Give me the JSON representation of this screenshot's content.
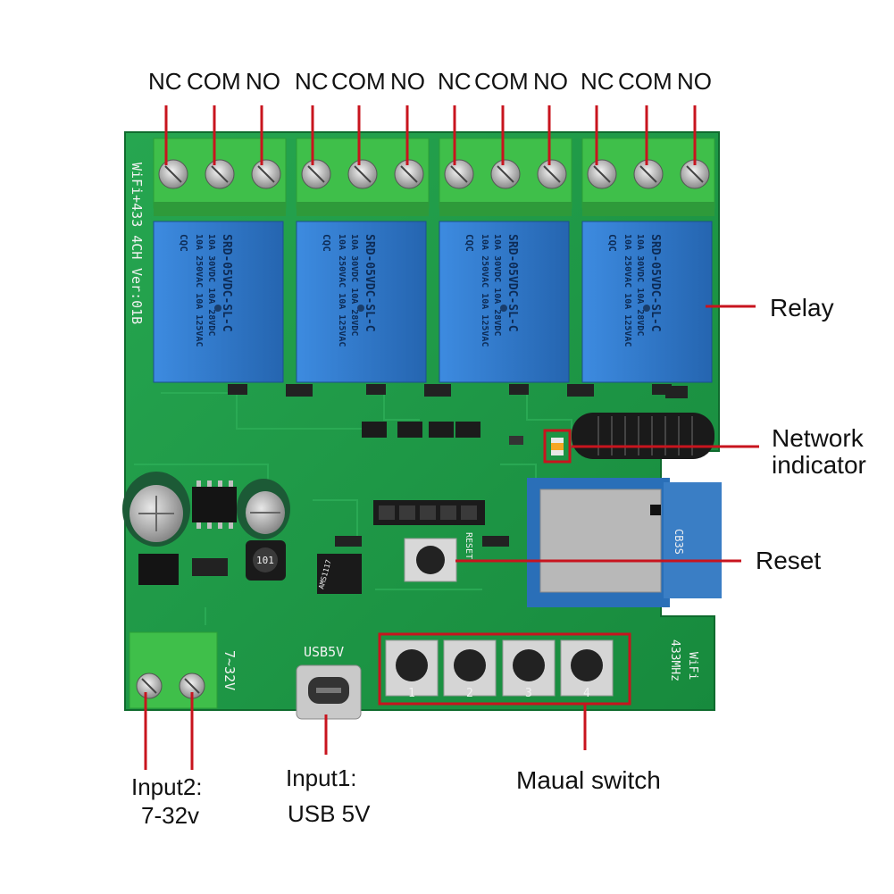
{
  "terminal_labels": {
    "groups": [
      {
        "nc": "NC",
        "com": "COM",
        "no": "NO"
      },
      {
        "nc": "NC",
        "com": "COM",
        "no": "NO"
      },
      {
        "nc": "NC",
        "com": "COM",
        "no": "NO"
      },
      {
        "nc": "NC",
        "com": "COM",
        "no": "NO"
      }
    ]
  },
  "callouts": {
    "relay": "Relay",
    "network_line1": "Network",
    "network_line2": "indicator",
    "reset": "Reset",
    "manual_switch": "Maual switch",
    "input1_line1": "Input1:",
    "input1_line2": "USB 5V",
    "input2_line1": "Input2:",
    "input2_line2": "7-32v"
  },
  "board_silkscreen": {
    "model": "WiFi+433  4CH",
    "version": "Ver:01B",
    "usb": "USB5V",
    "voltage": "7~32V",
    "wifi": "WiFi",
    "freq": "433MHz",
    "reset": "RESET",
    "module": "CB3S",
    "buttons": [
      "1",
      "2",
      "3",
      "4"
    ],
    "inductor": "101",
    "regulator": "AMS1117"
  },
  "relay": {
    "model": "SRD-05VDC-SL-C",
    "rating1": "10A 250VAC  10A 125VAC",
    "rating2": "10A 30VDC  10A 28VDC",
    "mark": "CQC"
  },
  "colors": {
    "pcb": "#1f9e4a",
    "relay": "#2f78c8",
    "terminal": "#3fbf4a",
    "callout": "#c8141e"
  }
}
